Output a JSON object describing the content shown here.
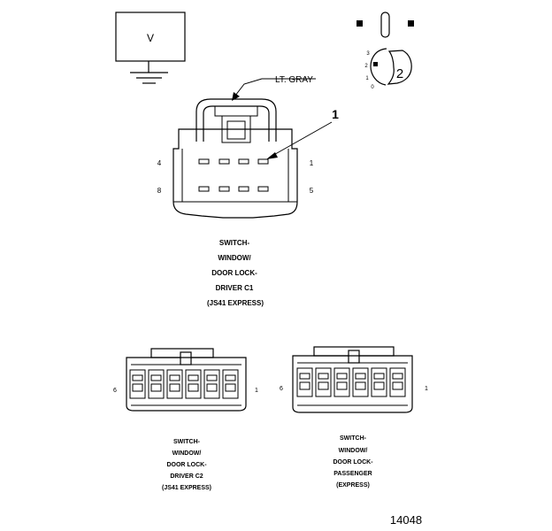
{
  "meter": {
    "unit": "V"
  },
  "view_key": {
    "arrow_number": "2",
    "scale_labels": [
      "3",
      "2",
      "1",
      "0"
    ]
  },
  "connector_c1": {
    "wire_color": "LT. GRAY",
    "callout": "1",
    "pin_labels": {
      "top_left": "4",
      "top_right": "1",
      "bottom_left": "8",
      "bottom_right": "5"
    },
    "caption": [
      "SWITCH-",
      "WINDOW/",
      "DOOR LOCK-",
      "DRIVER C1",
      "(JS41 EXPRESS)"
    ]
  },
  "connector_c2": {
    "pin_labels": {
      "left": "6",
      "right": "1"
    },
    "caption": [
      "SWITCH-",
      "WINDOW/",
      "DOOR LOCK-",
      "DRIVER C2",
      "(JS41 EXPRESS)"
    ]
  },
  "connector_passenger": {
    "pin_labels": {
      "left": "6",
      "right": "1"
    },
    "caption": [
      "SWITCH-",
      "WINDOW/",
      "DOOR LOCK-",
      "PASSENGER",
      "(EXPRESS)"
    ]
  },
  "figure_number": "14048"
}
